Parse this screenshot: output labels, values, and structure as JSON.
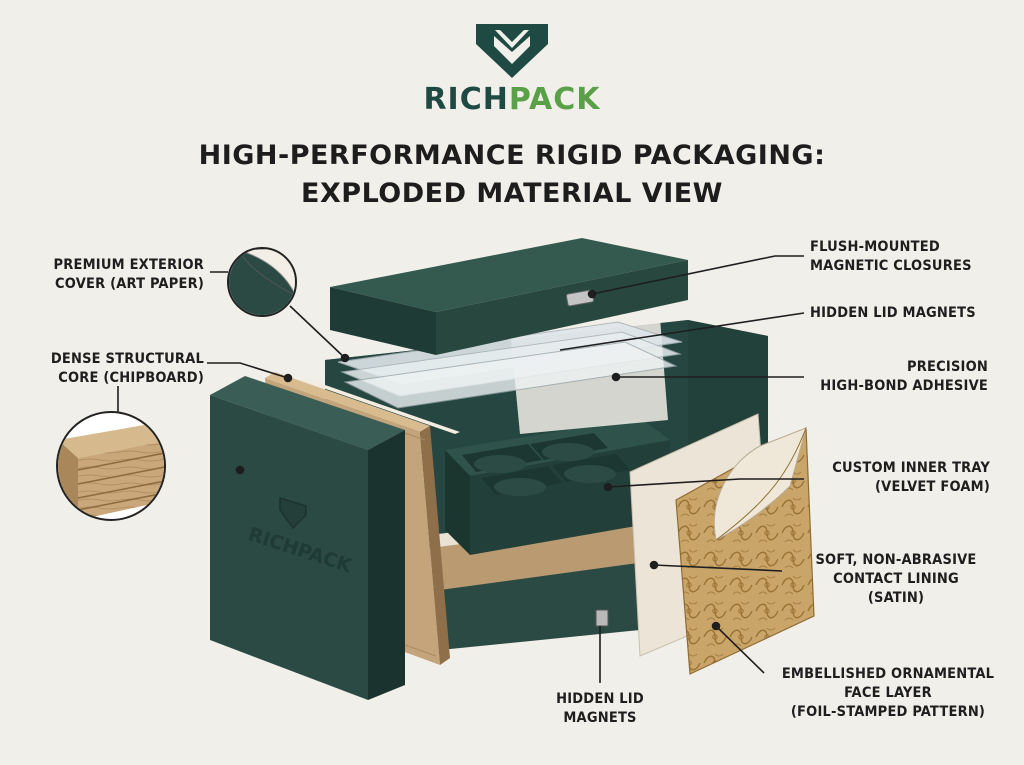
{
  "brand": {
    "name_part1": "RICH",
    "name_part2": "PACK",
    "color_dark": "#1f4a43",
    "color_green": "#5aa049"
  },
  "title": {
    "line1": "HIGH-PERFORMANCE RIGID PACKAGING:",
    "line2": "EXPLODED MATERIAL VIEW"
  },
  "box_emboss": "RICHPACK",
  "labels": {
    "exterior_cover": {
      "line1": "PREMIUM EXTERIOR",
      "line2": "COVER (ART PAPER)"
    },
    "structural_core": {
      "line1": "DENSE STRUCTURAL",
      "line2": "CORE (CHIPBOARD)"
    },
    "flush_closures": {
      "line1": "FLUSH-MOUNTED",
      "line2": "MAGNETIC CLOSURES"
    },
    "hidden_lid_magnets_top": {
      "line1": "HIDDEN LID MAGNETS"
    },
    "adhesive": {
      "line1": "PRECISION",
      "line2": "HIGH-BOND ADHESIVE"
    },
    "inner_tray": {
      "line1": "CUSTOM INNER TRAY",
      "line2": "(VELVET FOAM)"
    },
    "lining": {
      "line1": "SOFT, NON-ABRASIVE",
      "line2": "CONTACT LINING",
      "line3": "(SATIN)"
    },
    "face_layer": {
      "line1": "EMBELLISHED ORNAMENTAL",
      "line2": "FACE LAYER",
      "line3": "(FOIL-STAMPED PATTERN)"
    },
    "hidden_lid_magnets_bottom": {
      "line1": "HIDDEN LID",
      "line2": "MAGNETS"
    }
  },
  "colors": {
    "box_green": "#2a4a43",
    "box_green_dark": "#1b3530",
    "kraft": "#b89a72",
    "cream": "#e9e1d2",
    "gold": "#c9a56a",
    "background": "#f1efe9"
  }
}
